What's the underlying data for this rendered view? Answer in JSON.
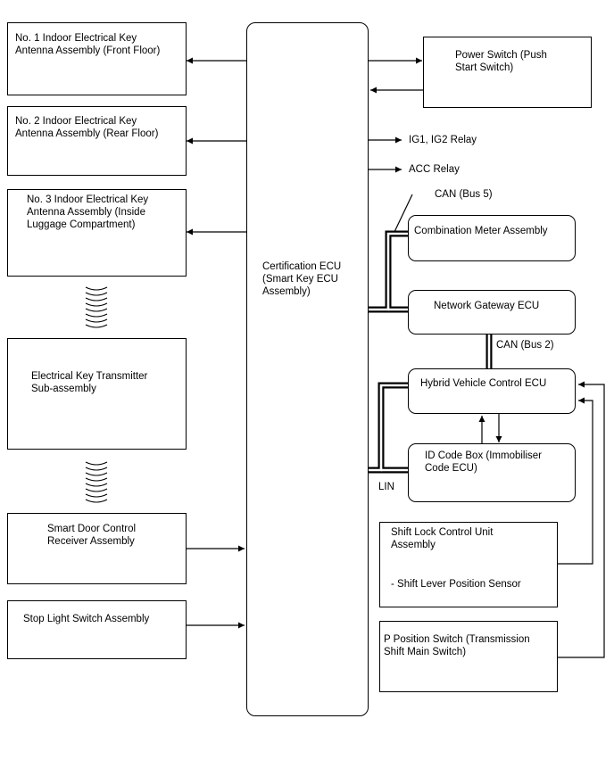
{
  "ecu": {
    "label": "Certification ECU\n(Smart Key ECU\nAssembly)"
  },
  "left_boxes": {
    "antenna1": "No. 1 Indoor Electrical Key\nAntenna Assembly (Front Floor)",
    "antenna2": "No. 2 Indoor Electrical Key\nAntenna Assembly (Rear Floor)",
    "antenna3": "No. 3 Indoor Electrical Key\nAntenna Assembly (Inside\nLuggage Compartment)",
    "transmitter": "Electrical Key Transmitter\nSub-assembly",
    "smart_door": "Smart Door Control\nReceiver Assembly",
    "stop_light": "Stop Light Switch Assembly"
  },
  "right_boxes": {
    "power_switch": "Power Switch (Push\nStart Switch)",
    "combination_meter": "Combination Meter Assembly",
    "network_gateway": "Network Gateway ECU",
    "hybrid_vehicle": "Hybrid Vehicle Control ECU",
    "id_code_box": "ID Code Box (Immobiliser\nCode ECU)",
    "shift_lock_title": "Shift Lock Control Unit\nAssembly",
    "shift_lock_sensor": "- Shift Lever Position Sensor",
    "p_position": "P Position Switch (Transmission\nShift Main Switch)"
  },
  "outputs": {
    "ig_relay": "IG1, IG2 Relay",
    "acc_relay": "ACC Relay"
  },
  "bus_labels": {
    "can_bus5": "CAN (Bus 5)",
    "can_bus2": "CAN (Bus 2)",
    "lin": "LIN"
  }
}
